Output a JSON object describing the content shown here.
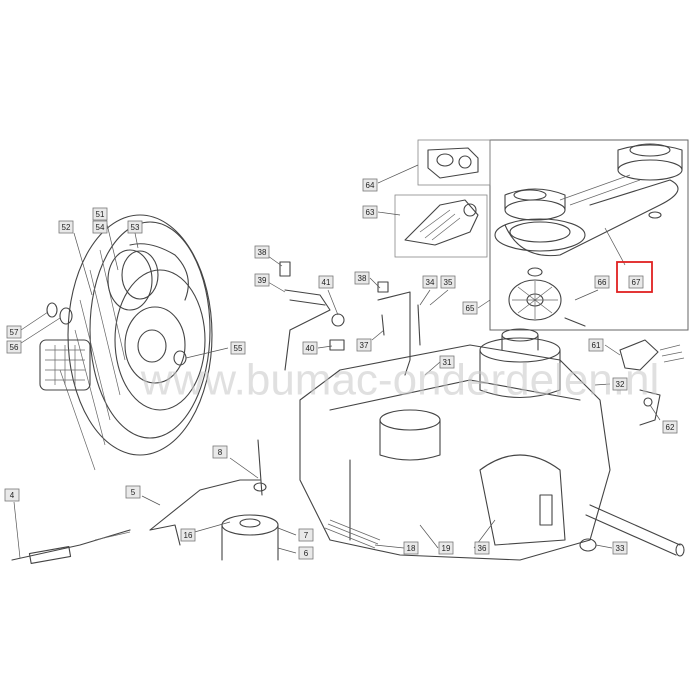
{
  "watermark": "www.bumac-onderdelen.nl",
  "highlight_color": "#e02020",
  "highlighted_part": "67",
  "callouts": [
    {
      "label": "64"
    },
    {
      "label": "63"
    },
    {
      "label": "51"
    },
    {
      "label": "52"
    },
    {
      "label": "54"
    },
    {
      "label": "53"
    },
    {
      "label": "38"
    },
    {
      "label": "39"
    },
    {
      "label": "41"
    },
    {
      "label": "38"
    },
    {
      "label": "34"
    },
    {
      "label": "35"
    },
    {
      "label": "65"
    },
    {
      "label": "66"
    },
    {
      "label": "67"
    },
    {
      "label": "57"
    },
    {
      "label": "56"
    },
    {
      "label": "55"
    },
    {
      "label": "40"
    },
    {
      "label": "37"
    },
    {
      "label": "31"
    },
    {
      "label": "61"
    },
    {
      "label": "32"
    },
    {
      "label": "62"
    },
    {
      "label": "8"
    },
    {
      "label": "4"
    },
    {
      "label": "5"
    },
    {
      "label": "16"
    },
    {
      "label": "7"
    },
    {
      "label": "6"
    },
    {
      "label": "18"
    },
    {
      "label": "19"
    },
    {
      "label": "36"
    },
    {
      "label": "33"
    }
  ]
}
